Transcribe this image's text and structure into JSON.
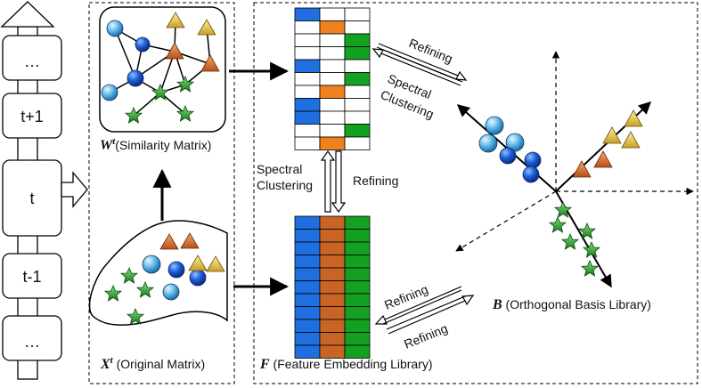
{
  "timeline": {
    "top_dots": "…",
    "t_plus_1": "t+1",
    "t": "t",
    "t_minus_1": "t-1",
    "bottom_dots": "…"
  },
  "similarity": {
    "symbol": "W",
    "superscript": "t",
    "caption": "(Similarity Matrix)"
  },
  "original": {
    "symbol": "X",
    "superscript": "t",
    "caption": " (Original Matrix)"
  },
  "vertical_arrows": {
    "left_label_line1": "Spectral",
    "left_label_line2": "Clustering",
    "right_label": "Refining"
  },
  "upper_refine": {
    "top_label": "Refining",
    "bottom_line1": "Spectral",
    "bottom_line2": "Clustering"
  },
  "lower_refine": {
    "top_label": "Refining",
    "bottom_label": "Refining"
  },
  "feature": {
    "symbol": "F",
    "caption": " (Feature Embedding Library)"
  },
  "basis": {
    "symbol": "B",
    "caption": " (Orthogonal Basis Library)"
  },
  "colors": {
    "blue": "#1f6fe0",
    "orange": "#f0821e",
    "green": "#14a020",
    "brown": "#c86424"
  },
  "upper_matrix_rows": [
    [
      "blue",
      "white",
      "white"
    ],
    [
      "white",
      "orange",
      "white"
    ],
    [
      "white",
      "white",
      "green"
    ],
    [
      "white",
      "white",
      "green"
    ],
    [
      "blue",
      "white",
      "white"
    ],
    [
      "white",
      "white",
      "green"
    ],
    [
      "white",
      "orange",
      "white"
    ],
    [
      "blue",
      "white",
      "white"
    ],
    [
      "blue",
      "white",
      "white"
    ],
    [
      "white",
      "white",
      "green"
    ],
    [
      "white",
      "orange",
      "white"
    ]
  ],
  "lower_matrix_rows": 11
}
